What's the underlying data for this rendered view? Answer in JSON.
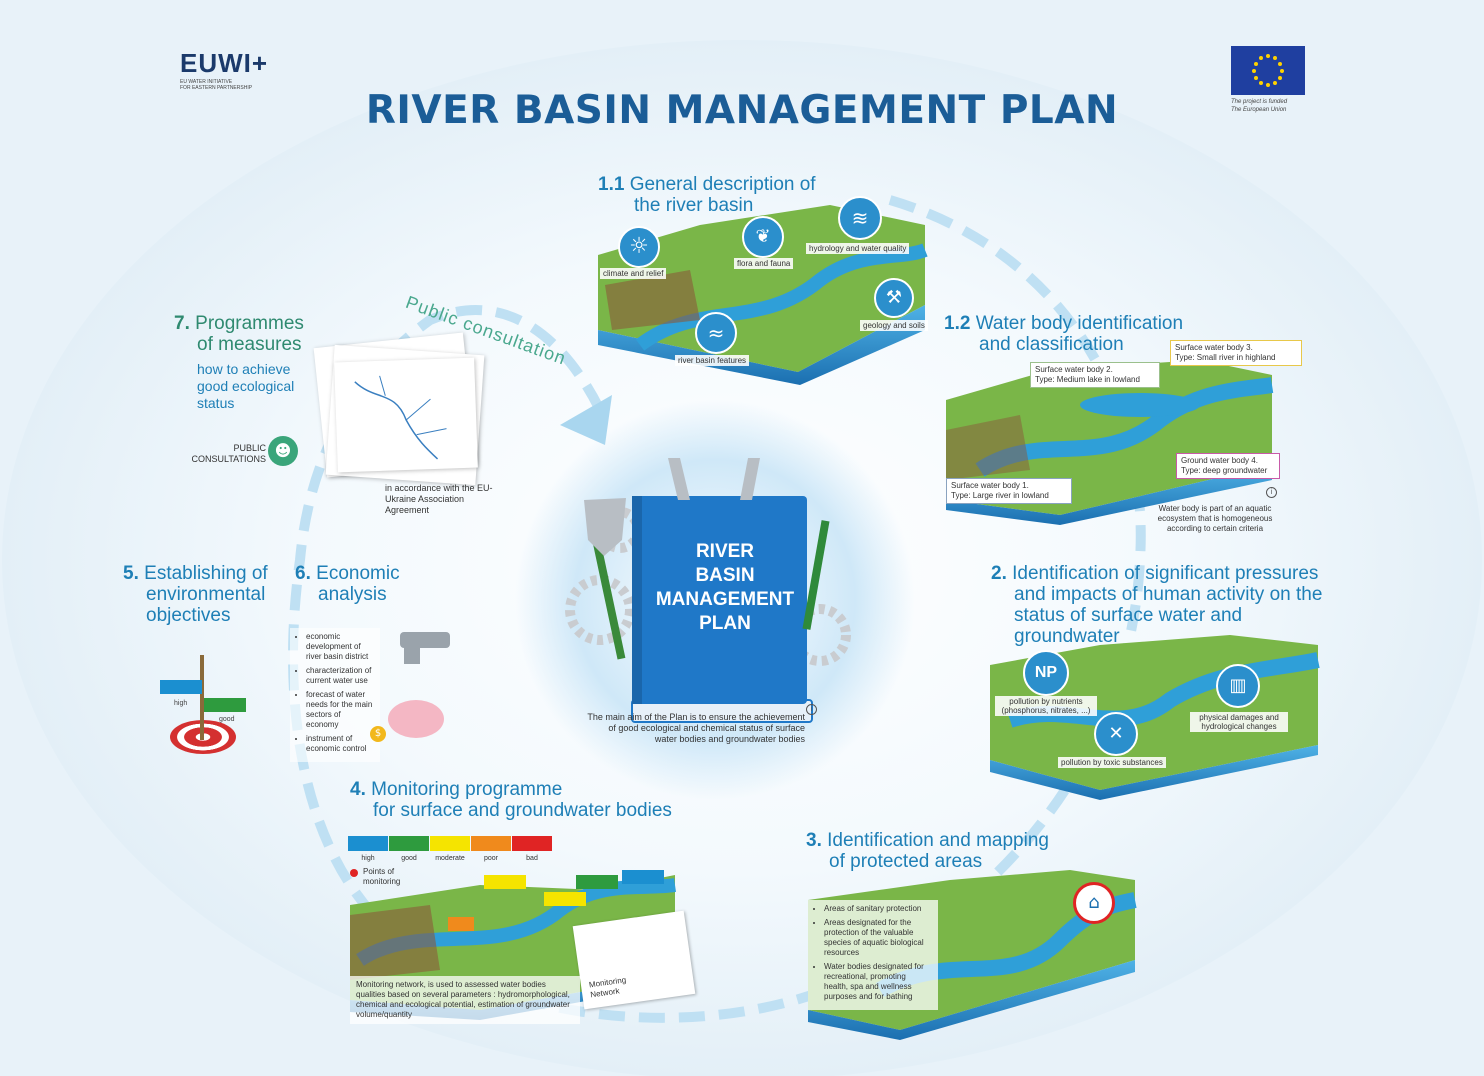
{
  "logo": {
    "name": "EUWI+",
    "line1": "EU WATER INITIATIVE",
    "line2": "FOR EASTERN PARTNERSHIP"
  },
  "eu_note": {
    "line1": "The project is funded",
    "line2": "The European Union"
  },
  "title": "RIVER BASIN MANAGEMENT PLAN",
  "center": {
    "book_line1": "RIVER",
    "book_line2": "BASIN",
    "book_line3": "MANAGEMENT",
    "book_line4": "PLAN",
    "aim": "The main aim of the Plan is to ensure the achievement of good ecological and chemical status of surface water bodies and groundwater bodies"
  },
  "public_consultation": "Public consultation",
  "step_1_1": {
    "num": "1.1",
    "line1": "General description of",
    "line2": "the river basin",
    "labels": {
      "climate": "climate and relief",
      "flora": "flora and fauna",
      "hydrology": "hydrology and water quality",
      "geology": "geology and soils",
      "features": "river basin features"
    }
  },
  "step_1_2": {
    "num": "1.2",
    "line1": "Water body identification",
    "line2": "and classification",
    "wb1": {
      "l1": "Surface water body 1.",
      "l2": "Type: Large river in lowland"
    },
    "wb2": {
      "l1": "Surface water body 2.",
      "l2": "Type: Medium lake in lowland"
    },
    "wb3": {
      "l1": "Surface water body 3.",
      "l2": "Type: Small river in highland"
    },
    "wb4": {
      "l1": "Ground water body 4.",
      "l2": "Type: deep groundwater"
    },
    "note": "Water body is part of an aquatic ecosystem that is homogeneous according to certain criteria"
  },
  "step_2": {
    "num": "2.",
    "line1": "Identification of significant pressures",
    "line2": "and impacts of human activity on the",
    "line3": "status of surface water and",
    "line4": "groundwater",
    "np": "NP",
    "nutrients": "pollution by nutrients (phosphorus, nitrates, ...)",
    "physical": "physical damages and hydrological changes",
    "toxic": "pollution by toxic substances"
  },
  "step_3": {
    "num": "3.",
    "line1": "Identification and mapping",
    "line2": "of protected areas",
    "items": [
      "Areas of sanitary protection",
      "Areas designated for the protection of the valuable species of aquatic biological resources",
      "Water bodies designated for recreational, promoting health, spa and wellness purposes and for bathing"
    ]
  },
  "step_4": {
    "num": "4.",
    "line1": "Monitoring programme",
    "line2": "for surface and groundwater bodies",
    "legend": [
      {
        "label": "high",
        "color": "#1b8fd0"
      },
      {
        "label": "good",
        "color": "#2e9b3e"
      },
      {
        "label": "moderate",
        "color": "#f5e400"
      },
      {
        "label": "poor",
        "color": "#f08a1c"
      },
      {
        "label": "bad",
        "color": "#e02424"
      }
    ],
    "points": "Points of monitoring",
    "network": "Monitoring Network",
    "description": "Monitoring network, is used to assessed water bodies qualities based on several parameters : hydromorphological, chemical and ecological potential, estimation of groundwater volume/quantity"
  },
  "step_5": {
    "num": "5.",
    "line1": "Establishing of",
    "line2": "environmental",
    "line3": "objectives",
    "high": "high",
    "good": "good"
  },
  "step_6": {
    "num": "6.",
    "line1": "Economic",
    "line2": "analysis",
    "items": [
      "economic development of river basin district",
      "characterization of current water use",
      "forecast of water needs for the main sectors of economy",
      "instrument of economic control"
    ]
  },
  "step_7": {
    "num": "7.",
    "line1": "Programmes",
    "line2": "of measures",
    "sub1": "how to achieve",
    "sub2": "good ecological",
    "sub3": "status",
    "consult1": "PUBLIC",
    "consult2": "CONSULTATIONS",
    "agreement": "in accordance with the EU-Ukraine Association Agreement"
  },
  "colors": {
    "title": "#1b5d97",
    "heading": "#1e7fb6",
    "green_heading": "#2f8a70",
    "book": "#1f78c8",
    "water": "#2f9fd8",
    "grass": "#7ab648",
    "soil": "#8a5a3a"
  }
}
